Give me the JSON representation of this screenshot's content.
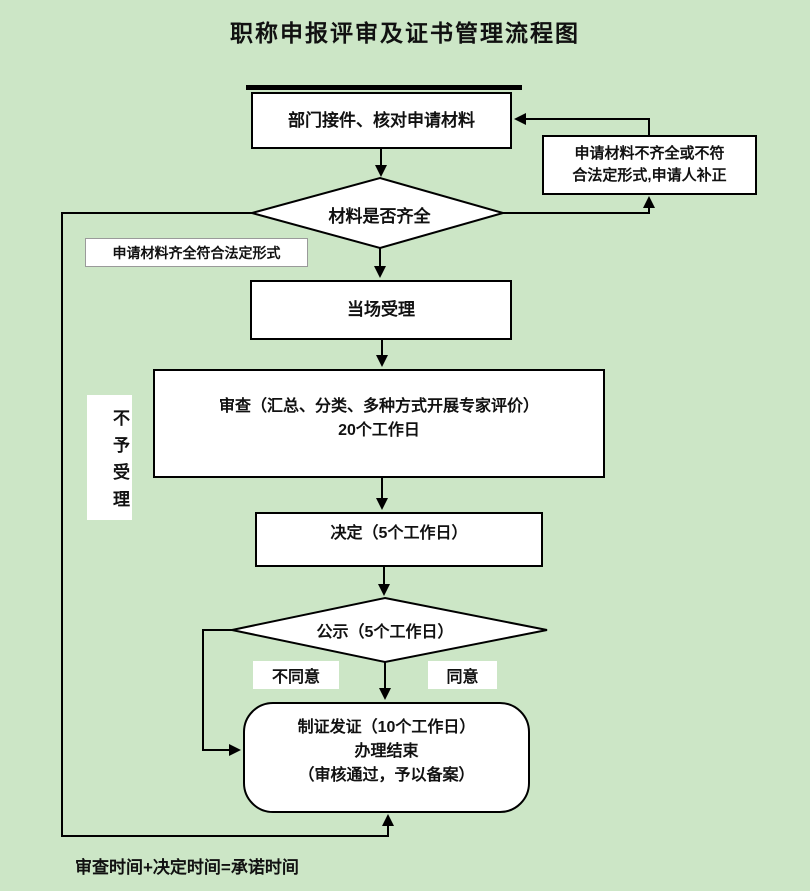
{
  "title": "职称申报评审及证书管理流程图",
  "colors": {
    "background": "#cce6c6",
    "node_fill": "#ffffff",
    "line": "#000000"
  },
  "nodes": {
    "receive": {
      "label": "部门接件、核对申请材料"
    },
    "supplement": {
      "label": "申请材料不齐全或不符\n合法定形式,申请人补正"
    },
    "materials_complete": {
      "label": "材料是否齐全"
    },
    "complete_condition": {
      "label": "申请材料齐全符合法定形式"
    },
    "onsite_accept": {
      "label": "当场受理"
    },
    "review": {
      "label": "审查（汇总、分类、多种方式开展专家评价）\n20个工作日"
    },
    "decide": {
      "label": "决定（5个工作日）"
    },
    "publicity": {
      "label": "公示（5个工作日）"
    },
    "certificate": {
      "label": "制证发证（10个工作日）\n办理结束\n（审核通过，予以备案）"
    }
  },
  "edge_labels": {
    "disagree": "不同意",
    "agree": "同意",
    "not_accepted": "不予受理"
  },
  "footnote": "审查时间+决定时间=承诺时间"
}
